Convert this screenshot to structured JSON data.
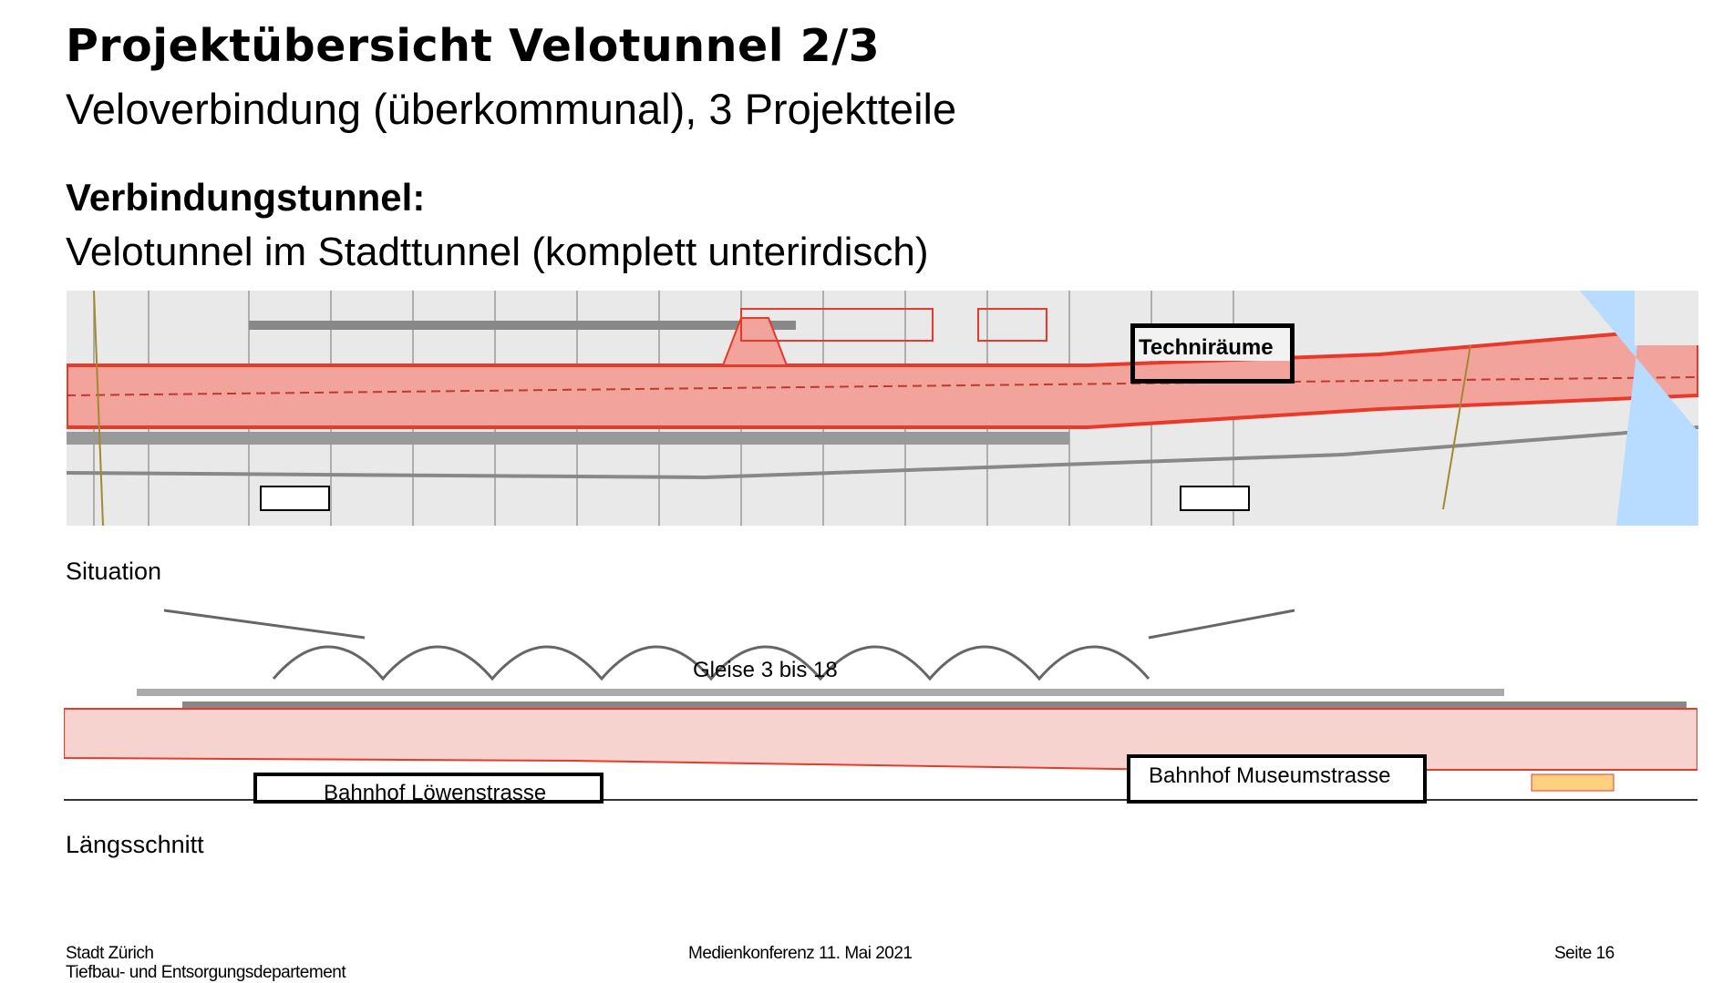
{
  "slide": {
    "title": "Projektübersicht Velotunnel 2/3",
    "subtitle": "Veloverbindung (überkommunal), 3 Projektteile",
    "section_title": "Verbindungstunnel:",
    "section_subtitle": "Velotunnel im Stadttunnel (komplett unterirdisch)"
  },
  "plan": {
    "caption": "Situation",
    "highlight_label": "Techniräume",
    "colors": {
      "tunnel": "#f08a80",
      "tunnel_line": "#e8392a",
      "background": "#e8e8e8",
      "water": "#b8dcff"
    }
  },
  "section": {
    "caption": "Längsschnitt",
    "tracks_label": "Gleise 3 bis 18",
    "station_left": "Bahnhof Löwenstrasse",
    "station_right": "Bahnhof Museumstrasse"
  },
  "footer": {
    "org": "Stadt Zürich",
    "department": "Tiefbau- und Entsorgungsdepartement",
    "event": "Medienkonferenz 11. Mai 2021",
    "page": "Seite 16"
  }
}
